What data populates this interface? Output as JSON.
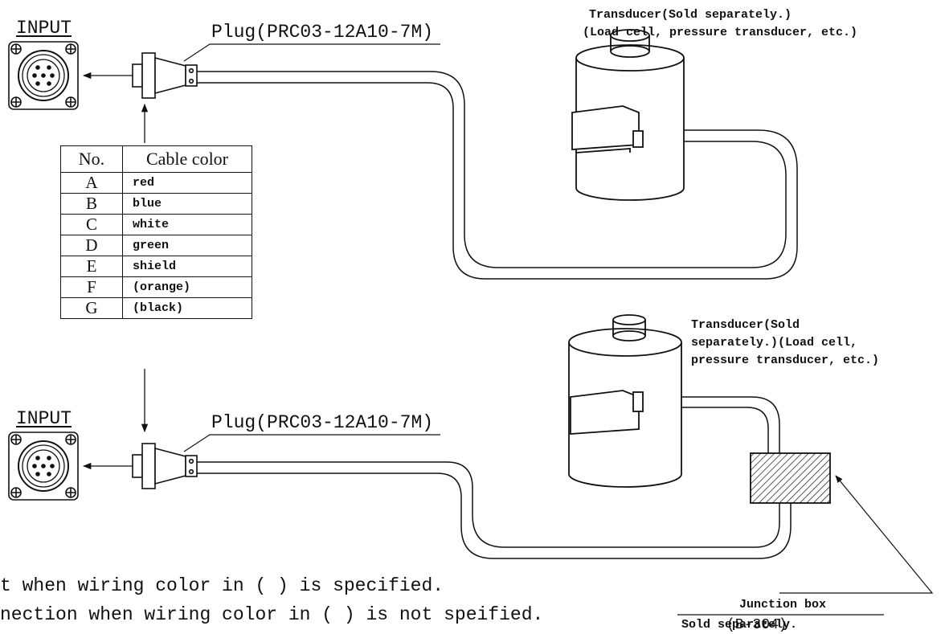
{
  "input_label": "INPUT",
  "plug_label": "Plug(PRC03-12A10-7M)",
  "transducer_top": {
    "line1": "Transducer(Sold separately.)",
    "line2": "(Load cell, pressure transducer, etc.)"
  },
  "transducer_bottom": {
    "line1": "Transducer(Sold",
    "line2": "separately.)(Load cell,",
    "line3": "pressure transducer, etc.)"
  },
  "table": {
    "header_no": "No.",
    "header_color": "Cable color",
    "rows": [
      {
        "no": "A",
        "color": "red"
      },
      {
        "no": "B",
        "color": "blue"
      },
      {
        "no": "C",
        "color": "white"
      },
      {
        "no": "D",
        "color": "green"
      },
      {
        "no": "E",
        "color": "shield"
      },
      {
        "no": "F",
        "color": "(orange)"
      },
      {
        "no": "G",
        "color": "(black)"
      }
    ]
  },
  "junction_box": {
    "title": "Junction box",
    "note": "Sold separately.",
    "code": "(B-304)"
  },
  "notes": {
    "line1": "t when wiring color in (  ) is specified.",
    "line2": "nection when wiring color in (  ) is not speified."
  }
}
